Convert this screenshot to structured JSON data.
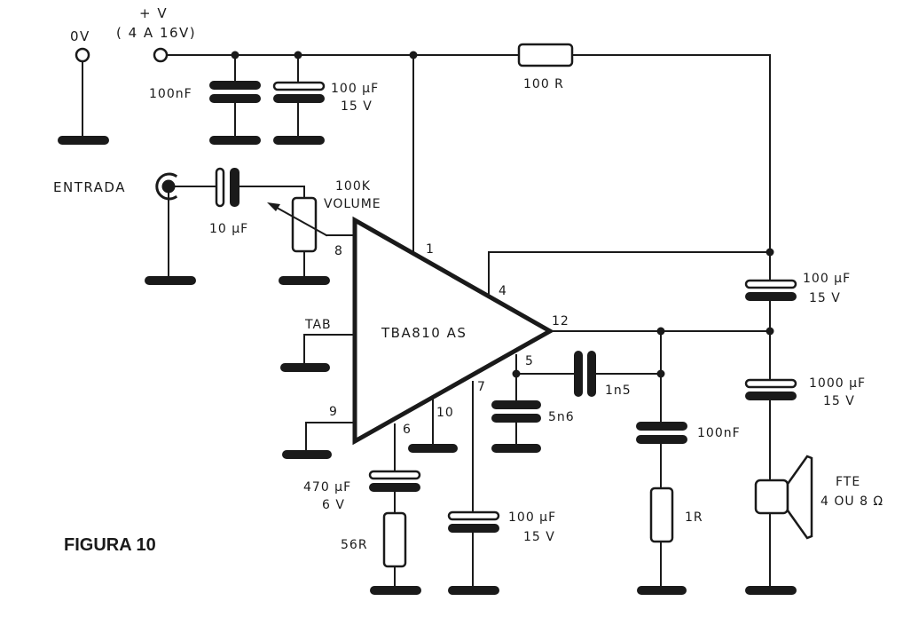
{
  "figure": {
    "caption": "FIGURA 10",
    "ic_name": "TBA810 AS"
  },
  "power": {
    "ground_terminal_label": "0V",
    "supply_label": "+ V",
    "supply_rating": "( 4 A 16V)"
  },
  "input": {
    "jack_label": "ENTRADA",
    "coupling_cap": "10 µF",
    "pot_value": "100K",
    "pot_name": "VOLUME"
  },
  "supply_decoupling": {
    "c1": "100nF",
    "c2_value": "100 µF",
    "c2_voltage": "15 V",
    "r_series": "100 R"
  },
  "pins": {
    "p1": "1",
    "p4": "4",
    "p5": "5",
    "p6": "6",
    "p7": "7",
    "p8": "8",
    "p9": "9",
    "p10": "10",
    "p12": "12",
    "tab": "TAB"
  },
  "components": {
    "bootstrap_cap_value": "100 µF",
    "bootstrap_cap_voltage": "15 V",
    "output_cap_value": "1000 µF",
    "output_cap_voltage": "15 V",
    "speaker_label": "FTE",
    "speaker_impedance": "4 OU 8 Ω",
    "c_1n5": "1n5",
    "c_5n6": "5n6",
    "zobel_cap": "100nF",
    "zobel_res": "1R",
    "fb_cap_value": "470 µF",
    "fb_cap_voltage": "6 V",
    "fb_res": "56R",
    "p7_cap_value": "100 µF",
    "p7_cap_voltage": "15 V"
  }
}
